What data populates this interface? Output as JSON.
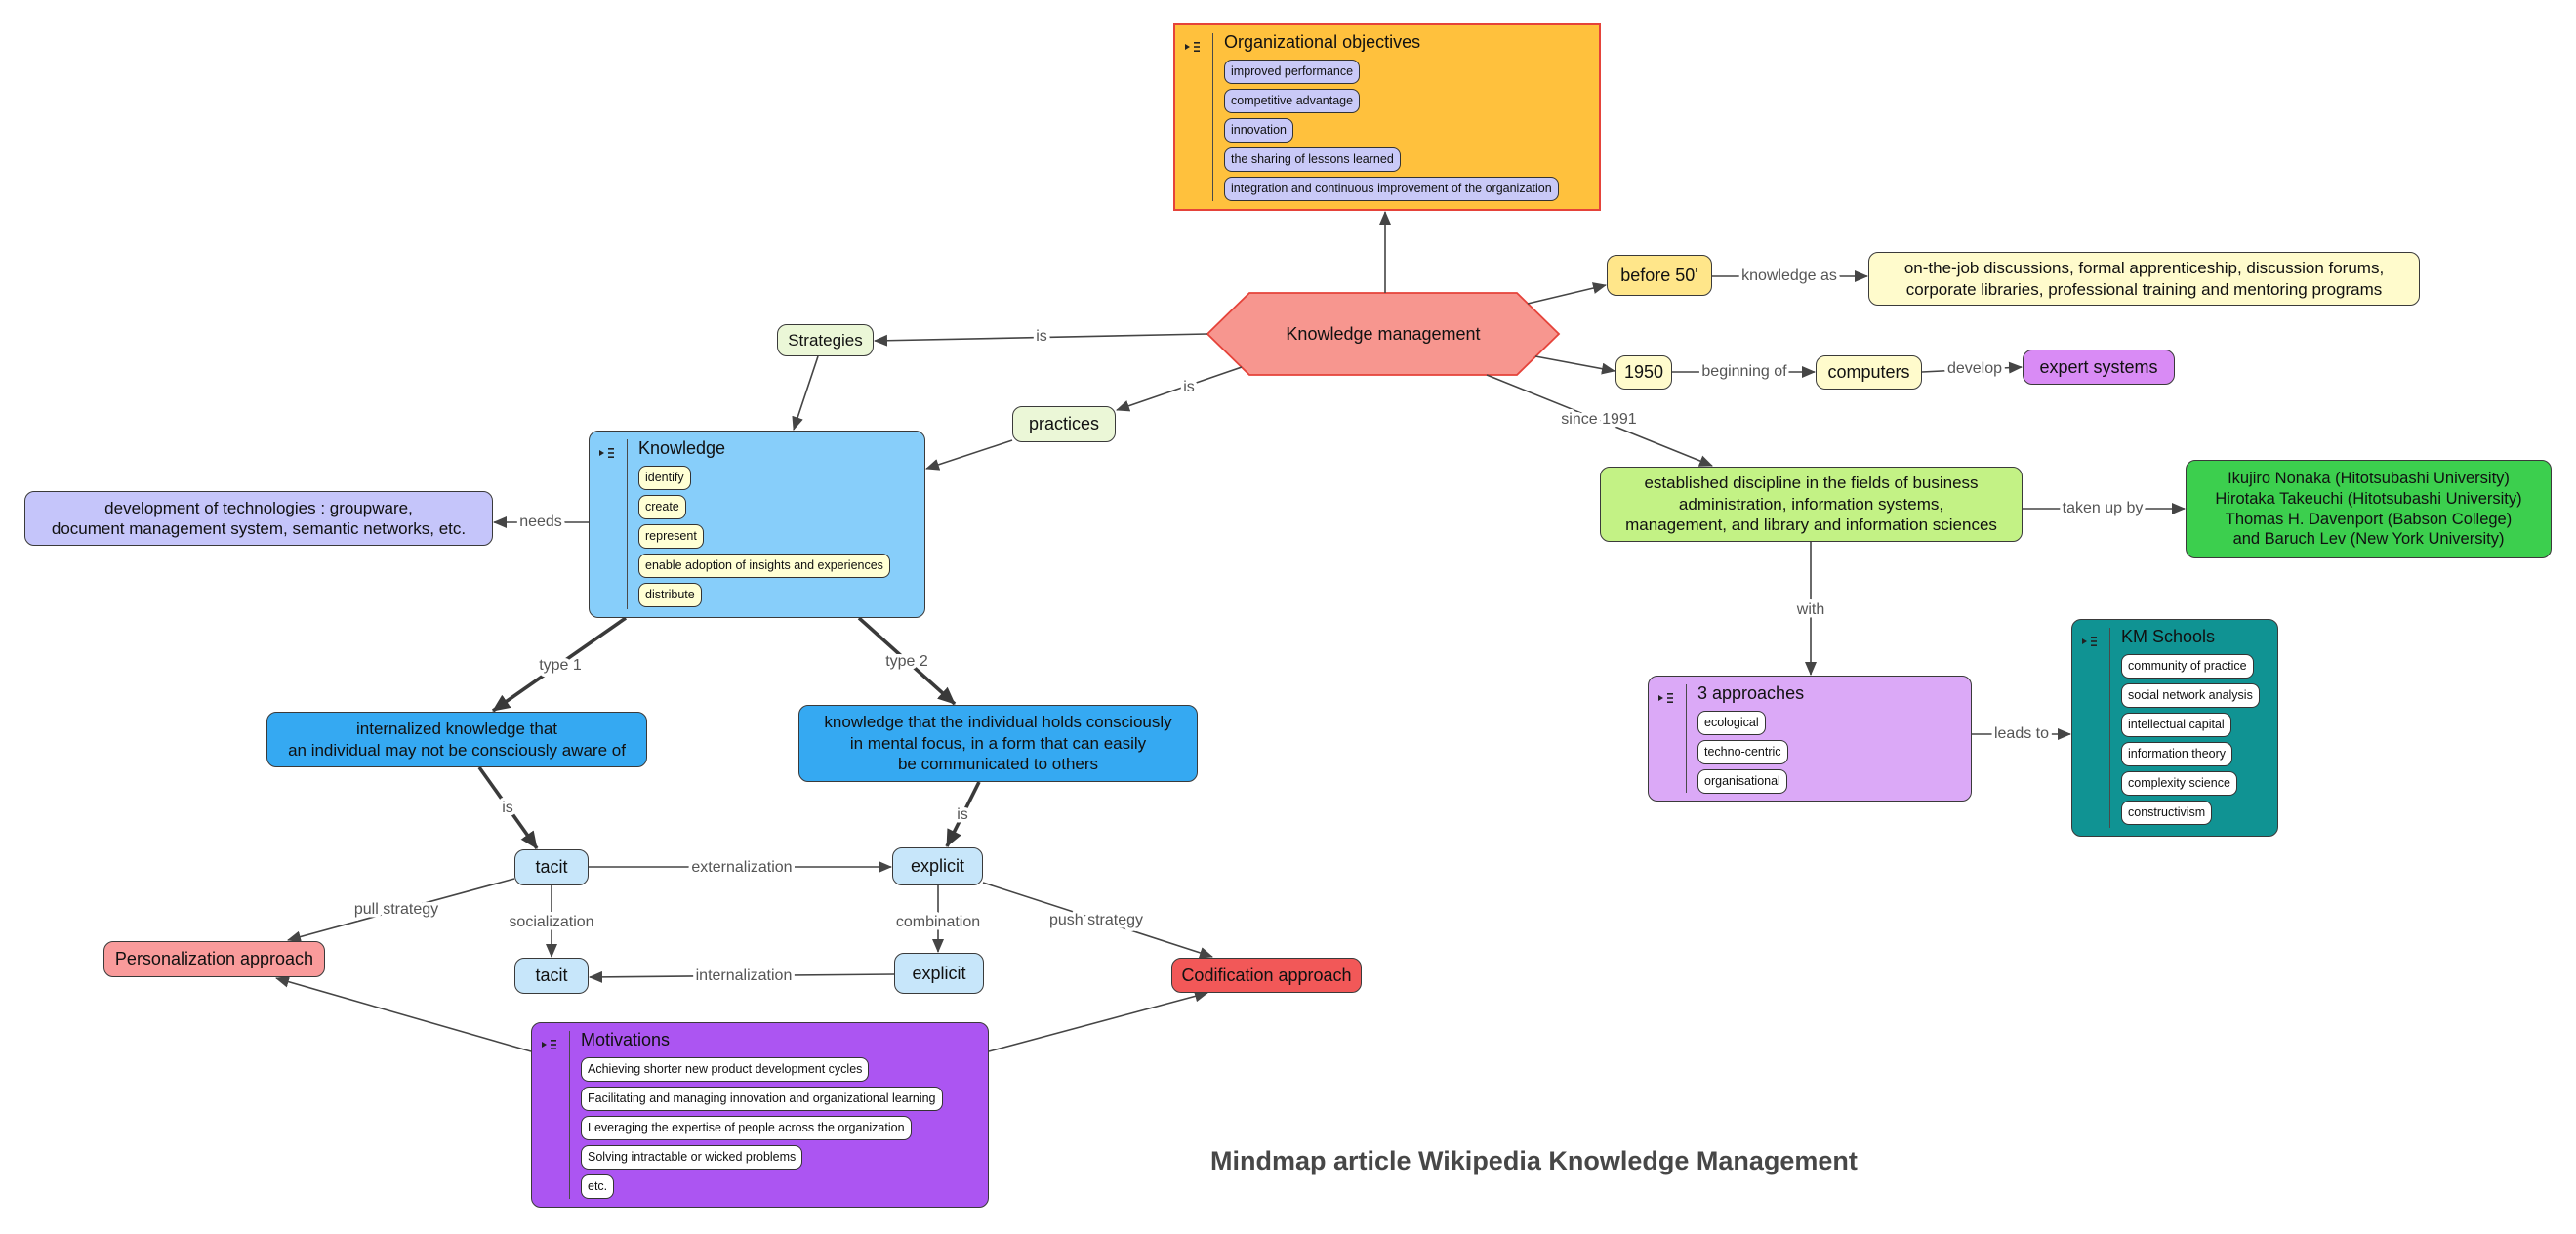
{
  "title": "Mindmap article Wikipedia Knowledge Management",
  "icons": {
    "nested_list": "nested-list-icon",
    "arrow": "arrowhead"
  },
  "colors": {
    "organizational_objectives": "#FFC13D",
    "organizational_objectives_border": "#E5433A",
    "organizational_objectives_items": "#C9C9F7",
    "knowledge_management": "#F7968F",
    "before_50": "#FFE68A",
    "pale_yellow": "#FFFBCC",
    "expert_systems": "#D98BF5",
    "established_discipline": "#C3F285",
    "pioneers": "#3CCF4E",
    "approaches": "#DBA9F7",
    "km_schools": "#109393",
    "strategies_practices": "#EBF7D7",
    "knowledge": "#87CEFA",
    "knowledge_items": "#FFFFD4",
    "technologies": "#C5C5FA",
    "definitions": "#35A9F2",
    "tacit_explicit": "#C7E6FA",
    "personalization": "#F99B9B",
    "codification": "#F25858",
    "motivations": "#AC55F2",
    "edge": "#454545"
  },
  "nodes": {
    "org_objectives": {
      "title": "Organizational objectives",
      "items": [
        "improved performance",
        "competitive advantage",
        "innovation",
        "the sharing of lessons learned",
        "integration and continuous improvement of the organization"
      ]
    },
    "knowledge_management": "Knowledge management",
    "before_50": "before 50'",
    "pre50_practices": {
      "lines": [
        "on-the-job discussions, formal apprenticeship, discussion forums,",
        "corporate libraries, professional training and mentoring programs"
      ]
    },
    "year_1950": "1950",
    "computers": "computers",
    "expert_systems": "expert systems",
    "established_discipline": {
      "lines": [
        "established discipline in the fields of business",
        "administration, information systems,",
        "management, and library and information sciences"
      ]
    },
    "pioneers": {
      "lines": [
        "Ikujiro Nonaka (Hitotsubashi University)",
        "Hirotaka Takeuchi (Hitotsubashi University)",
        "Thomas H. Davenport (Babson College)",
        "and Baruch Lev (New York University)"
      ]
    },
    "approaches": {
      "title": "3 approaches",
      "items": [
        "ecological",
        "techno-centric",
        "organisational"
      ]
    },
    "km_schools": {
      "title": "KM Schools",
      "items": [
        "community of practice",
        "social network analysis",
        "intellectual capital",
        "information theory",
        "complexity science",
        "constructivism"
      ]
    },
    "strategies": "Strategies",
    "practices": "practices",
    "knowledge": {
      "title": "Knowledge",
      "items": [
        "identify",
        "create",
        "represent",
        "enable adoption of insights and experiences",
        "distribute"
      ]
    },
    "technologies": {
      "lines": [
        "development of technologies : groupware,",
        "document management system, semantic networks, etc."
      ]
    },
    "tacit_definition": {
      "lines": [
        "internalized knowledge that",
        "an individual may not be consciously aware of"
      ]
    },
    "explicit_definition": {
      "lines": [
        "knowledge that the individual holds consciously",
        "in mental focus, in a form that can easily",
        "be communicated to others"
      ]
    },
    "tacit_1": "tacit",
    "explicit_1": "explicit",
    "tacit_2": "tacit",
    "explicit_2": "explicit",
    "personalization": "Personalization approach",
    "codification": "Codification approach",
    "motivations": {
      "title": "Motivations",
      "items": [
        "Achieving shorter new product development cycles",
        "Facilitating and managing innovation and organizational learning",
        "Leveraging the expertise of people across the organization",
        "Solving intractable or wicked problems",
        "etc."
      ]
    }
  },
  "edges": {
    "knowledge_as": "knowledge as",
    "beginning_of": "beginning of",
    "develop": "develop",
    "since_1991": "since 1991",
    "taken_up_by": "taken up by",
    "with": "with",
    "leads_to": "leads to",
    "is_strategies": "is",
    "is_practices": "is",
    "needs": "needs",
    "type_1": "type 1",
    "type_2": "type 2",
    "is_tacit": "is",
    "is_explicit": "is",
    "externalization": "externalization",
    "socialization": "socialization",
    "combination": "combination",
    "internalization": "internalization",
    "pull_strategy": "pull strategy",
    "push_strategy": "push strategy"
  }
}
